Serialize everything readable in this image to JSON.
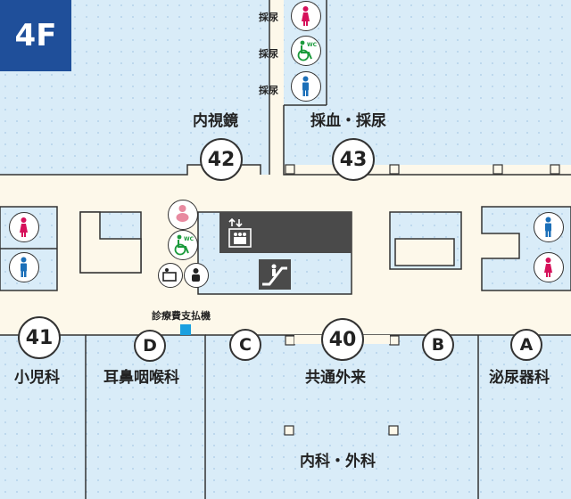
{
  "floor": "4F",
  "labels": {
    "endoscopy": "内視鏡",
    "blood_urine": "採血・採尿",
    "pediatrics": "小児科",
    "ent": "耳鼻咽喉科",
    "general_outpatient": "共通外来",
    "urology": "泌尿器科",
    "internal_surgery": "内科・外科",
    "payment_machine": "診療費支払機",
    "urine_collection": "採尿"
  },
  "markers": {
    "m42": "42",
    "m43": "43",
    "m41": "41",
    "m40": "40",
    "mD": "D",
    "mC": "C",
    "mB": "B",
    "mA": "A"
  },
  "icons": {
    "wc_text": "WC"
  },
  "colors": {
    "room_fill": "#d9ecf8",
    "corridor": "#fdf8ea",
    "floor_badge": "#1f4f9a",
    "female": "#d6105a",
    "male": "#1b6fb8",
    "accessible": "#1a9a3b",
    "elevator_block": "#4a4a4a",
    "payment_square": "#1aa0e0"
  }
}
